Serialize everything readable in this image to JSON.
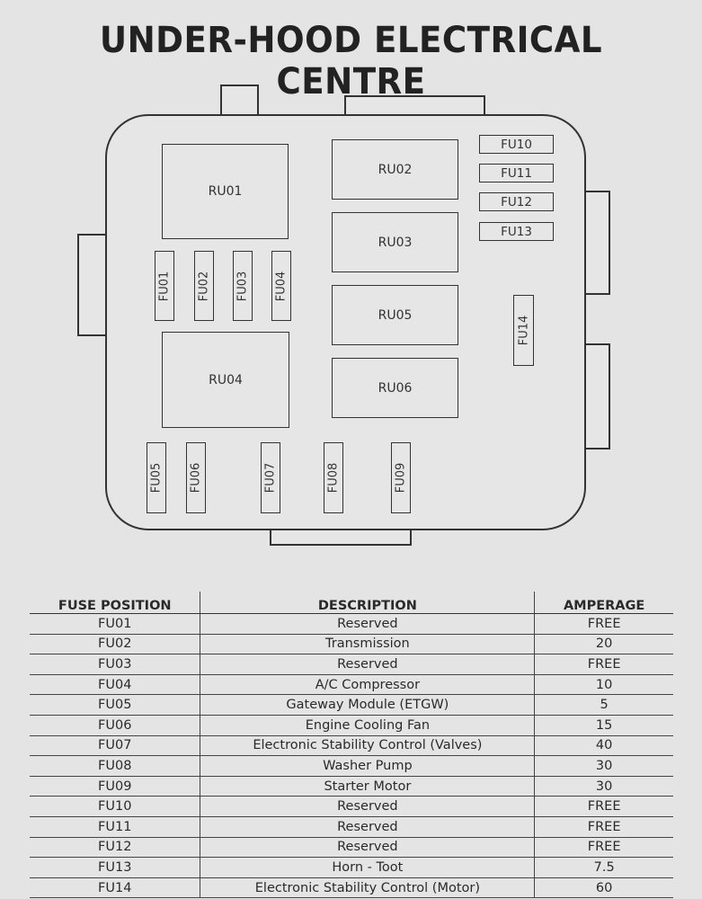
{
  "title": "UNDER-HOOD ELECTRICAL CENTRE",
  "diagram": {
    "relays": [
      "RU01",
      "RU02",
      "RU03",
      "RU05",
      "RU04",
      "RU06"
    ],
    "fuses": [
      "FU01",
      "FU02",
      "FU03",
      "FU04",
      "FU05",
      "FU06",
      "FU07",
      "FU08",
      "FU09",
      "FU10",
      "FU11",
      "FU12",
      "FU13",
      "FU14"
    ]
  },
  "table": {
    "headers": [
      "FUSE POSITION",
      "DESCRIPTION",
      "AMPERAGE"
    ],
    "rows": [
      [
        "FU01",
        "Reserved",
        "FREE"
      ],
      [
        "FU02",
        "Transmission",
        "20"
      ],
      [
        "FU03",
        "Reserved",
        "FREE"
      ],
      [
        "FU04",
        "A/C Compressor",
        "10"
      ],
      [
        "FU05",
        "Gateway Module (ETGW)",
        "5"
      ],
      [
        "FU06",
        "Engine Cooling Fan",
        "15"
      ],
      [
        "FU07",
        "Electronic Stability Control (Valves)",
        "40"
      ],
      [
        "FU08",
        "Washer Pump",
        "30"
      ],
      [
        "FU09",
        "Starter Motor",
        "30"
      ],
      [
        "FU10",
        "Reserved",
        "FREE"
      ],
      [
        "FU11",
        "Reserved",
        "FREE"
      ],
      [
        "FU12",
        "Reserved",
        "FREE"
      ],
      [
        "FU13",
        "Horn - Toot",
        "7.5"
      ],
      [
        "FU14",
        "Electronic Stability Control (Motor)",
        "60"
      ]
    ]
  }
}
